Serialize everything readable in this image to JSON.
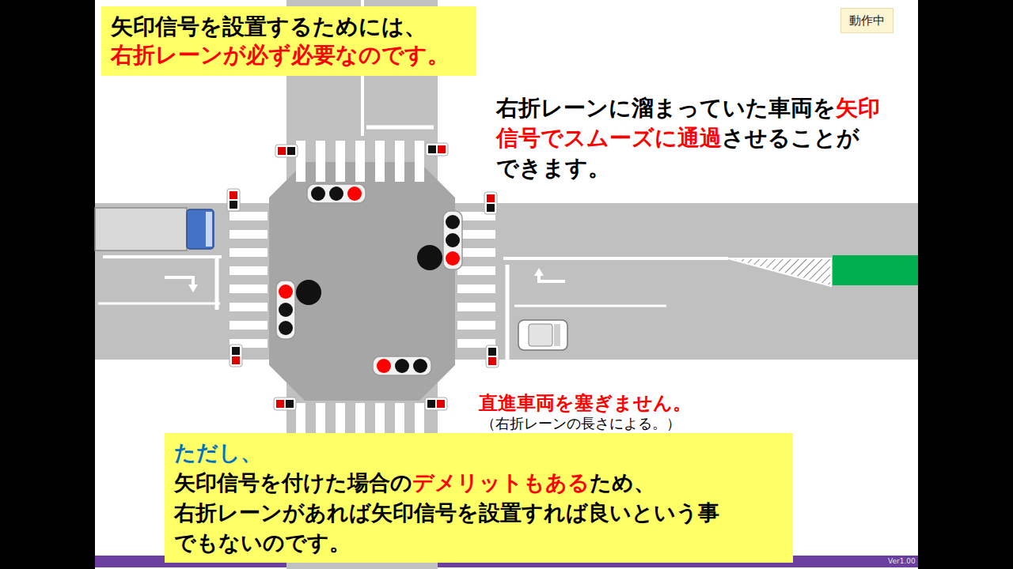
{
  "diagram": {
    "nodes": [
      {
        "text": [
          "矢印信号を設置するためには、",
          "右折レーンが必ず必要なのです。"
        ]
      },
      {
        "text": [
          "動作中"
        ]
      },
      {
        "text": [
          "ただし、",
          "矢印信号を付けた場合のデメリットもあるため、",
          "右折レーンがあれば矢印信号を設置すれば良いという事 でもないのです。"
        ]
      }
    ],
    "labels": [
      "右折レーンに溜まっていた車両を矢印信号でスムーズに通過させることができます。",
      "直進車両を塞ぎません。",
      "（右折レーンの長さによる。）",
      "Ver1.00"
    ]
  }
}
